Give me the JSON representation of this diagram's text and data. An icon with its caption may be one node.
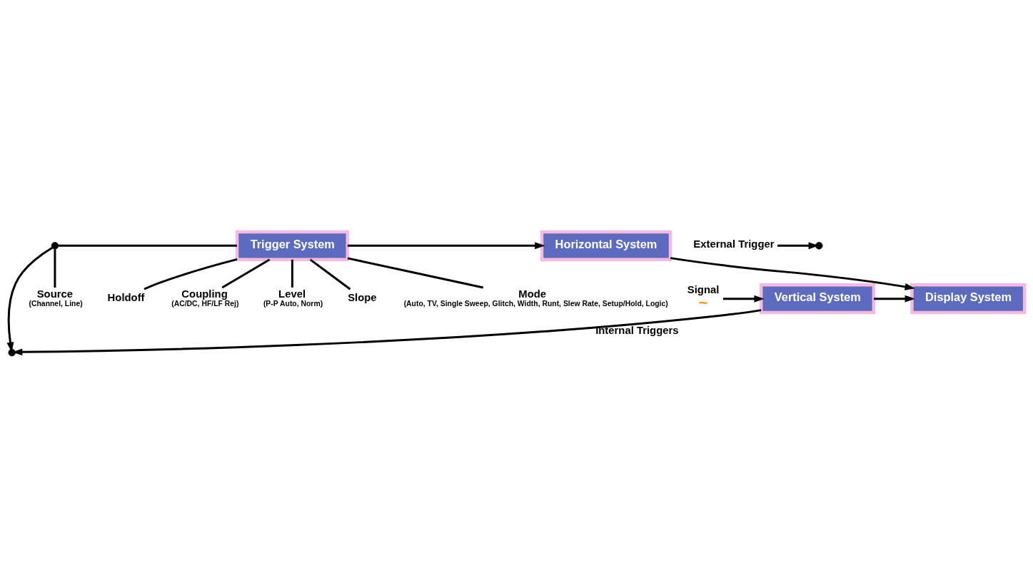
{
  "diagram": {
    "nodes": [
      {
        "text": [
          "Vertical System"
        ]
      },
      {
        "text": [
          "Display System"
        ]
      },
      {
        "text": [
          "Trigger System"
        ]
      },
      {
        "text": [
          "Horizontal System"
        ]
      },
      {
        "text": [
          "Signal"
        ],
        "beside": [
          "~"
        ]
      },
      {
        "text": [],
        "shape": "circle"
      },
      {
        "text": [
          "External Trigger"
        ]
      },
      {
        "text": [],
        "shape": "circle"
      },
      {
        "text": [],
        "shape": "circle"
      },
      {
        "text": [
          "Source",
          "(Channel, Line)"
        ]
      },
      {
        "text": [
          "Coupling",
          "(AC/DC, HF/LF Rej)"
        ]
      },
      {
        "text": [
          "Level",
          "(P-P Auto, Norm)"
        ]
      },
      {
        "text": [
          "Slope"
        ]
      },
      {
        "text": [
          "Mode",
          "(Auto, TV, Single Sweep, Glitch, Width, Runt, Slew Rate, Setup/Hold, Logic)"
        ]
      },
      {
        "text": [
          "Holdoff"
        ]
      }
    ],
    "edges": [
      {
        "from": 4,
        "to": 0,
        "arrow": "to"
      },
      {
        "from": 0,
        "to": 1,
        "arrow": "to"
      },
      {
        "from": 0,
        "to": 5,
        "arrow": "to",
        "label": "Internal Triggers"
      },
      {
        "from": 6,
        "to": 7,
        "arrow": "to"
      },
      {
        "from": 8,
        "to": 5,
        "arrow": "to"
      },
      {
        "from": 8,
        "to": 2,
        "arrow": "none"
      },
      {
        "from": 9,
        "to": 8,
        "arrow": "none"
      },
      {
        "from": 10,
        "to": 2,
        "arrow": "none"
      },
      {
        "from": 2,
        "to": 3,
        "arrow": "to"
      },
      {
        "from": 3,
        "to": 1,
        "arrow": "to"
      },
      {
        "from": 2,
        "to": 11,
        "arrow": "none"
      },
      {
        "from": 2,
        "to": 12,
        "arrow": "none"
      },
      {
        "from": 2,
        "to": 13,
        "arrow": "none"
      },
      {
        "from": 2,
        "to": 14,
        "arrow": "none"
      }
    ]
  }
}
